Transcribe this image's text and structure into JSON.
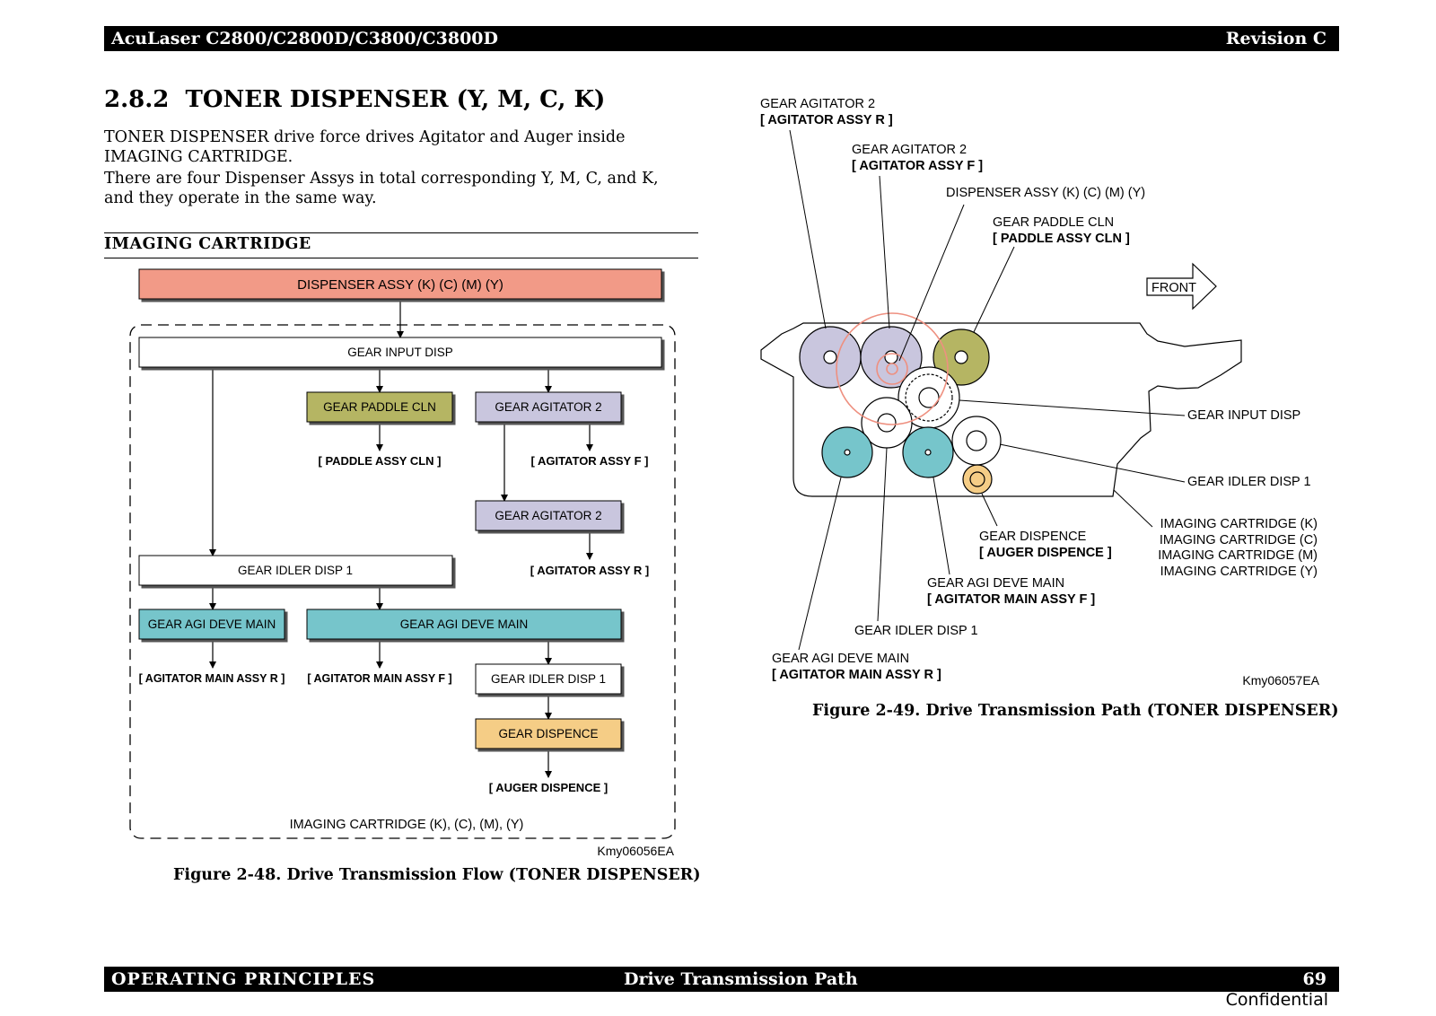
{
  "header": {
    "left": "AcuLaser C2800/C2800D/C3800/C3800D",
    "right": "Revision C"
  },
  "section": {
    "number": "2.8.2",
    "title": "TONER DISPENSER (Y, M, C, K)",
    "paragraph1": "TONER DISPENSER drive force drives Agitator and Auger inside IMAGING CARTRIDGE.",
    "paragraph2": "There are four Dispenser Assys in total corresponding Y, M, C, and K, and they operate in the same way.",
    "subheading": "IMAGING CARTRIDGE"
  },
  "flow": {
    "dispenser_assy": "DISPENSER ASSY (K) (C) (M) (Y)",
    "gear_input_disp": "GEAR INPUT DISP",
    "gear_paddle_cln": "GEAR PADDLE CLN",
    "paddle_assy_cln": "[ PADDLE ASSY CLN ]",
    "gear_agitator_2_top": "GEAR AGITATOR 2",
    "agitator_assy_f": "[ AGITATOR ASSY F ]",
    "gear_agitator_2_mid": "GEAR AGITATOR 2",
    "agitator_assy_r": "[ AGITATOR ASSY R ]",
    "gear_idler_disp_1_left": "GEAR IDLER DISP 1",
    "gear_agi_deve_main_left": "GEAR AGI DEVE MAIN",
    "gear_agi_deve_main_wide": "GEAR AGI DEVE MAIN",
    "agitator_main_assy_r": "[ AGITATOR MAIN ASSY R ]",
    "agitator_main_assy_f": "[ AGITATOR MAIN ASSY F ]",
    "gear_idler_disp_1_right": "GEAR IDLER DISP 1",
    "gear_dispence": "GEAR DISPENCE",
    "auger_dispence": "[ AUGER DISPENCE ]",
    "container_label": "IMAGING CARTRIDGE (K), (C), (M), (Y)",
    "code": "Kmy06056EA",
    "caption": "Figure 2-48.  Drive Transmission Flow (TONER DISPENSER)"
  },
  "path": {
    "l_agitator2_r_name": "GEAR AGITATOR 2",
    "l_agitator2_r_assy": "[ AGITATOR ASSY R ]",
    "l_agitator2_f_name": "GEAR AGITATOR 2",
    "l_agitator2_f_assy": "[ AGITATOR ASSY F ]",
    "l_dispenser_assy": "DISPENSER ASSY (K) (C) (M) (Y)",
    "l_paddle_name": "GEAR PADDLE CLN",
    "l_paddle_assy": "[ PADDLE ASSY CLN ]",
    "front": "FRONT",
    "l_input_disp": "GEAR INPUT DISP",
    "l_idler_disp_1_right": "GEAR IDLER DISP 1",
    "cartridges": [
      "IMAGING CARTRIDGE (K)",
      "IMAGING CARTRIDGE (C)",
      "IMAGING CARTRIDGE (M)",
      "IMAGING CARTRIDGE (Y)"
    ],
    "l_dispence_name": "GEAR DISPENCE",
    "l_dispence_assy": "[ AUGER DISPENCE ]",
    "l_agi_main_f_name": "GEAR AGI DEVE MAIN",
    "l_agi_main_f_assy": "[ AGITATOR MAIN ASSY F ]",
    "l_idler_disp_1_bottom": "GEAR IDLER DISP 1",
    "l_agi_main_r_name": "GEAR AGI DEVE MAIN",
    "l_agi_main_r_assy": "[ AGITATOR MAIN ASSY R ]",
    "code": "Kmy06057EA",
    "caption": "Figure 2-49.  Drive Transmission Path (TONER DISPENSER)"
  },
  "colors": {
    "dispenser": "#F29A87",
    "paddle": "#B5B563",
    "agitator": "#C9C6DE",
    "agi_main": "#76C5CB",
    "dispence": "#F5CD86",
    "highlight_ring": "#EE9080"
  },
  "footer": {
    "left": "OPERATING PRINCIPLES",
    "center": "Drive Transmission Path",
    "page": "69",
    "confidential": "Confidential"
  }
}
